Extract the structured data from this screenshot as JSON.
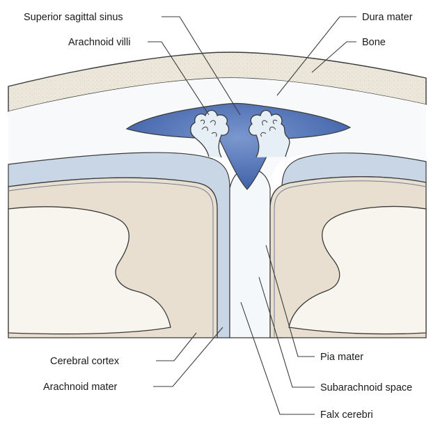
{
  "labels": {
    "superior_sagittal_sinus": "Superior sagittal sinus",
    "arachnoid_villi": "Arachnoid villi",
    "dura_mater": "Dura mater",
    "bone": "Bone",
    "cerebral_cortex": "Cerebral cortex",
    "arachnoid_mater": "Arachnoid mater",
    "pia_mater": "Pia mater",
    "subarachnoid_space": "Subarachnoid space",
    "falx_cerebri": "Falx cerebri"
  },
  "colors": {
    "bone": "#ebe7da",
    "dura": "#f7f9fb",
    "arachnoid_band": "#c8d6e6",
    "subarachnoid": "#e6eef6",
    "sinus": "#4d6fb3",
    "cortex": "#e8dfd0",
    "white_matter": "#f8f5ee",
    "line": "#3a3a3a"
  }
}
